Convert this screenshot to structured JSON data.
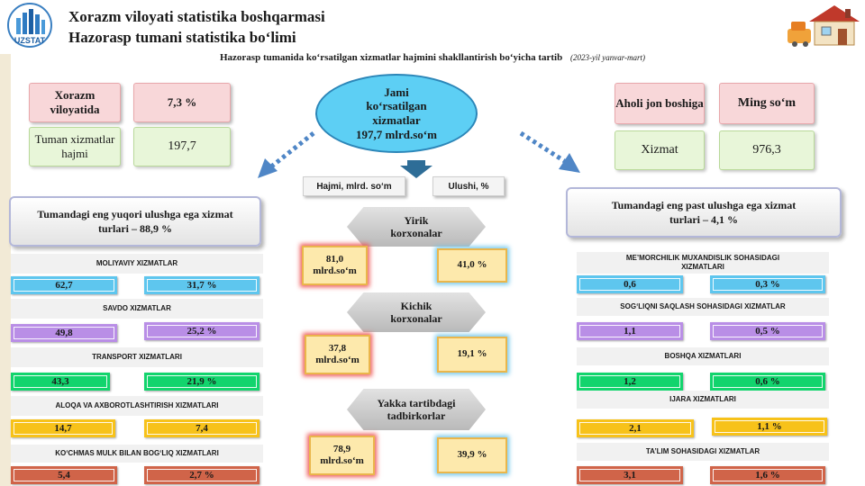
{
  "header": {
    "logo_text": "UZSTAT",
    "title_line1": "Xorazm viloyati statistika boshqarmasi",
    "title_line2": "Hazorasp tumani statistika bo‘limi",
    "subtitle": "Hazorasp  tumanida ko‘rsatilgan xizmatlar hajmini  shakllantirish bo‘yicha tartib",
    "period": "(2023-yil yanvar-mart)"
  },
  "left_top": {
    "region_label": "Xorazm viloyatida",
    "region_value": "7,3 %",
    "district_label": "Tuman xizmatlar hajmi",
    "district_value": "197,7"
  },
  "center": {
    "oval_line1": "Jami",
    "oval_line2": "ko‘rsatilgan",
    "oval_line3": "xizmatlar",
    "oval_line4": "197,7 mlrd.so‘m",
    "tag_volume": "Hajmi, mlrd. so‘m",
    "tag_share": "Ulushi, %",
    "groups": [
      {
        "name_line1": "Yirik",
        "name_line2": "korxonalar",
        "volume_line1": "81,0",
        "volume_line2": "mlrd.so‘m",
        "share": "41,0 %"
      },
      {
        "name_line1": "Kichik",
        "name_line2": "korxonalar",
        "volume_line1": "37,8",
        "volume_line2": "mlrd.so‘m",
        "share": "19,1 %"
      },
      {
        "name_line1": "Yakka tartibdagi",
        "name_line2": "tadbirkorlar",
        "volume_line1": "78,9",
        "volume_line2": "mlrd.so‘m",
        "share": "39,9 %"
      }
    ]
  },
  "right_top": {
    "per_capita_label": "Aholi jon boshiga",
    "unit_label": "Ming so‘m",
    "service_label": "Xizmat",
    "service_value": "976,3"
  },
  "left_panel": {
    "title_line1": "Tumandagi eng yuqori ulushga ega xizmat",
    "title_line2": "turlari – 88,9 %",
    "items": [
      {
        "name": "MOLIYAVIY XIZMATLAR",
        "volume": "62,7",
        "share": "31,7 %",
        "color": "#5ec6ee"
      },
      {
        "name": "SAVDO XIZMATLAR",
        "volume": "49,8",
        "share": "25,2 %",
        "color": "#b98ee6"
      },
      {
        "name": "TRANSPORT    XIZMATLARI",
        "volume": "43,3",
        "share": "21,9 %",
        "color": "#12d46d"
      },
      {
        "name": "ALOQA VA AXBOROTLASHTIRISH  XIZMATLARI",
        "volume": "14,7",
        "share": "7,4",
        "color": "#f7c21a"
      },
      {
        "name": "KO‘CHMAS MULK BILAN BOG‘LIQ XIZMATLARI",
        "volume": "5,4",
        "share": "2,7 %",
        "color": "#d06449"
      }
    ]
  },
  "right_panel": {
    "title_line1": "Tumandagi eng past ulushga ega xizmat",
    "title_line2": "turlari – 4,1 %",
    "items": [
      {
        "name_line1": "ME’MORCHILIK MUXANDISLIK SOHASIDAGI",
        "name_line2": "XIZMATLARI",
        "volume": "0,6",
        "share": "0,3 %",
        "color": "#5ec6ee"
      },
      {
        "name_line1": "SOG‘LIQNI SAQLASH SOHASIDAGI  XIZMATLAR",
        "name_line2": "",
        "volume": "1,1",
        "share": "0,5 %",
        "color": "#b98ee6"
      },
      {
        "name_line1": "BOSHQA XIZMATLARI",
        "name_line2": "",
        "volume": "1,2",
        "share": "0,6 %",
        "color": "#12d46d"
      },
      {
        "name_line1": "IJARA  XIZMATLARI",
        "name_line2": "",
        "volume": "2,1",
        "share": "1,1 %",
        "color": "#f7c21a"
      },
      {
        "name_line1": "TA’LIM SOHASIDAGI  XIZMATLAR",
        "name_line2": "",
        "volume": "3,1",
        "share": "1,6 %",
        "color": "#d06449"
      }
    ]
  }
}
